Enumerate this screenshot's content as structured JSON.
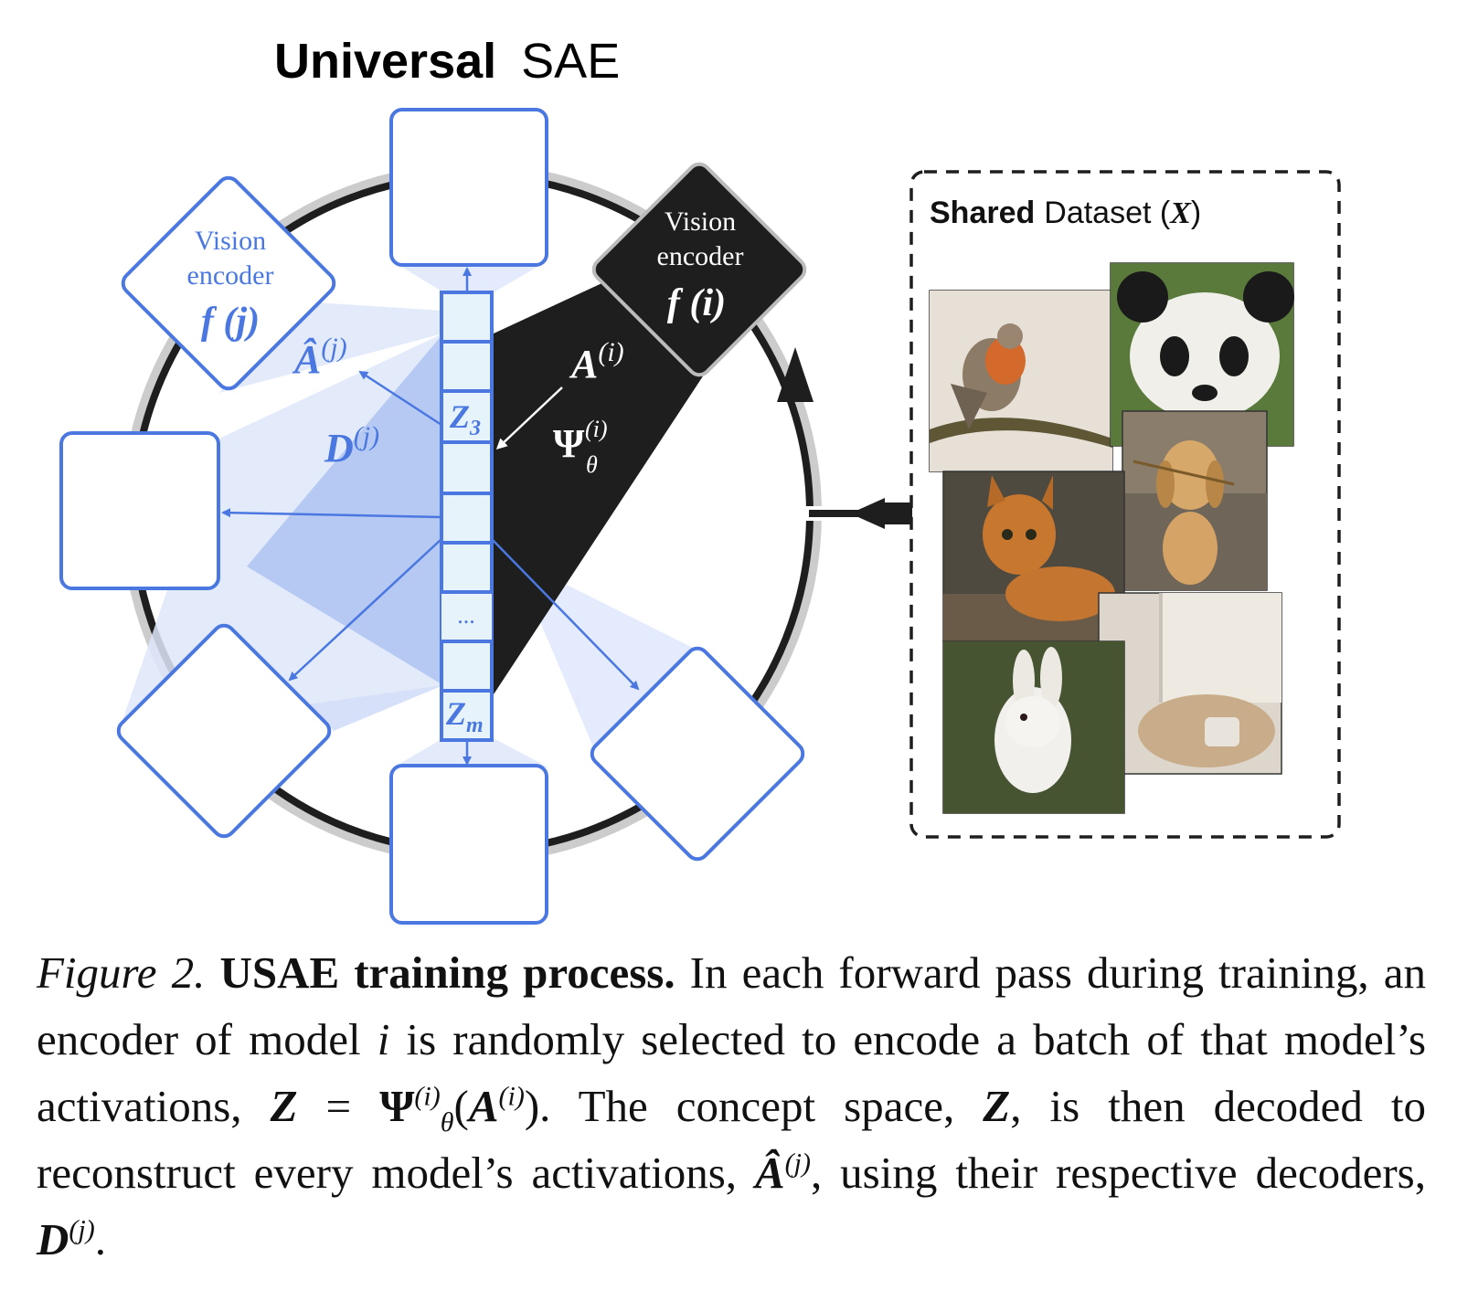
{
  "title": {
    "bold": "Universal",
    "rest": "SAE"
  },
  "left_encoder": {
    "line1": "Vision",
    "line2": "encoder",
    "func": "f (j)"
  },
  "right_encoder": {
    "line1": "Vision",
    "line2": "encoder",
    "func": "f (i)"
  },
  "labels": {
    "a_hat": "Â",
    "a_hat_sup": "(j)",
    "d": "D",
    "d_sup": "(j)",
    "a": "A",
    "a_sup": "(i)",
    "psi": "Ψ",
    "psi_sup": "(i)",
    "psi_sub": "θ"
  },
  "latent": {
    "z3": "Z",
    "z3_sub": "3",
    "dots": "...",
    "zm": "Z",
    "zm_sub": "m"
  },
  "dataset": {
    "title_bold": "Shared",
    "title_rest": "Dataset (",
    "title_var": "X",
    "title_close": ")"
  },
  "images": [
    {
      "name": "robin-photo",
      "subject": "robin bird on branch"
    },
    {
      "name": "panda-photo",
      "subject": "panda"
    },
    {
      "name": "cat-photo",
      "subject": "orange cat"
    },
    {
      "name": "dog-photo",
      "subject": "golden puppy with flower"
    },
    {
      "name": "rabbit-photo",
      "subject": "white rabbit"
    },
    {
      "name": "cozy-photo",
      "subject": "blanket and mug by window"
    }
  ],
  "caption": {
    "fig": "Figure 2.",
    "heading": "USAE training process.",
    "t1": " In each forward pass during training, an encoder of model ",
    "i": "i",
    "t2": " is randomly selected to encode a batch of that model’s activations, ",
    "Z": "Z",
    "eq": " = ",
    "Psi": "Ψ",
    "sup_i": "(i)",
    "sub_theta": "θ",
    "open": "(",
    "A": "A",
    "close": ").",
    "t3": " The concept space, ",
    "t4": ", is then decoded to reconstruct every model’s activations, ",
    "Ahat": "Â",
    "sup_j": "(j)",
    "t5": ", using their respective decoders, ",
    "D": "D",
    "end": "."
  },
  "colors": {
    "blue": "#4a78e0",
    "light_blue": "#dfe8fb",
    "cell": "#e6f3fb",
    "dark": "#1e1e1e"
  }
}
